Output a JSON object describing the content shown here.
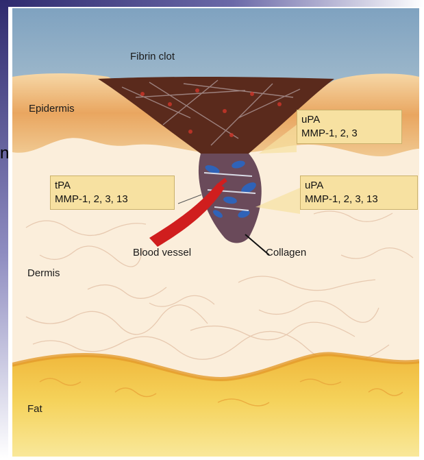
{
  "stray_text": "n",
  "labels": {
    "fibrin_clot": "Fibrin clot",
    "epidermis": "Epidermis",
    "dermis": "Dermis",
    "fat": "Fat",
    "blood_vessel": "Blood vessel",
    "collagen": "Collagen"
  },
  "boxes": {
    "upper_right": {
      "line1": "uPA",
      "line2": "MMP-1, 2, 3"
    },
    "left": {
      "line1": "tPA",
      "line2": "MMP-1, 2, 3, 13"
    },
    "lower_right": {
      "line1": "uPA",
      "line2": "MMP-1, 2, 3, 13"
    }
  },
  "colors": {
    "sky": "#8fb0c8",
    "epidermis": "#e8a460",
    "dermis": "#fbeedb",
    "fat": "#f2c64a",
    "clot": "#5a2a1c",
    "box_fill": "#f7e1a1",
    "vessel": "#d01e1e"
  }
}
